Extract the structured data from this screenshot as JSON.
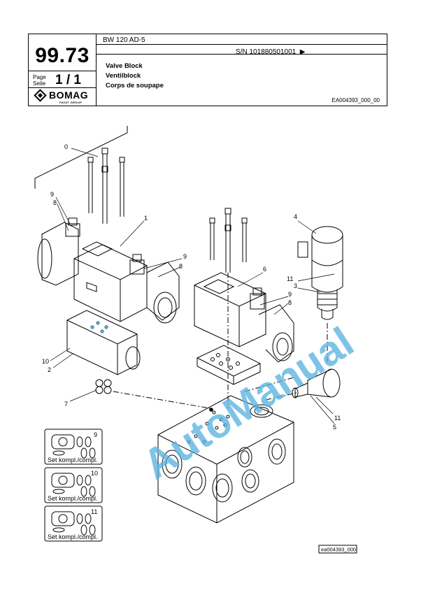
{
  "header": {
    "page_number": "99.73",
    "page_label_en": "Page",
    "page_label_de": "Seite",
    "page_fraction": "1 / 1",
    "model": "BW 120 AD-5",
    "serial": "S/N 101880501001",
    "serial_arrow": "▶",
    "title_en": "Valve Block",
    "title_de": "Ventilblock",
    "title_fr": "Corps de soupape",
    "doc_id": "EA004393_000_00"
  },
  "logo": {
    "name": "BOMAG",
    "sub": "FAYAT GROUP",
    "icon": "bomag-diamond-icon"
  },
  "watermark": "AutoManual",
  "callouts": [
    "0",
    "9",
    "8",
    "1",
    "9",
    "8",
    "6",
    "4",
    "11",
    "3",
    "9",
    "8",
    "10",
    "2",
    "7",
    "11",
    "5"
  ],
  "seal_kits": [
    {
      "number": "9",
      "label": "Set kompl./compl."
    },
    {
      "number": "10",
      "label": "Set kompl./compl."
    },
    {
      "number": "11",
      "label": "Set kompl./compl."
    }
  ],
  "drawing_ref": "ea004393_000",
  "colors": {
    "line": "#000000",
    "watermark": "#5ab4e0",
    "port_highlight": "#5ab4e0"
  }
}
